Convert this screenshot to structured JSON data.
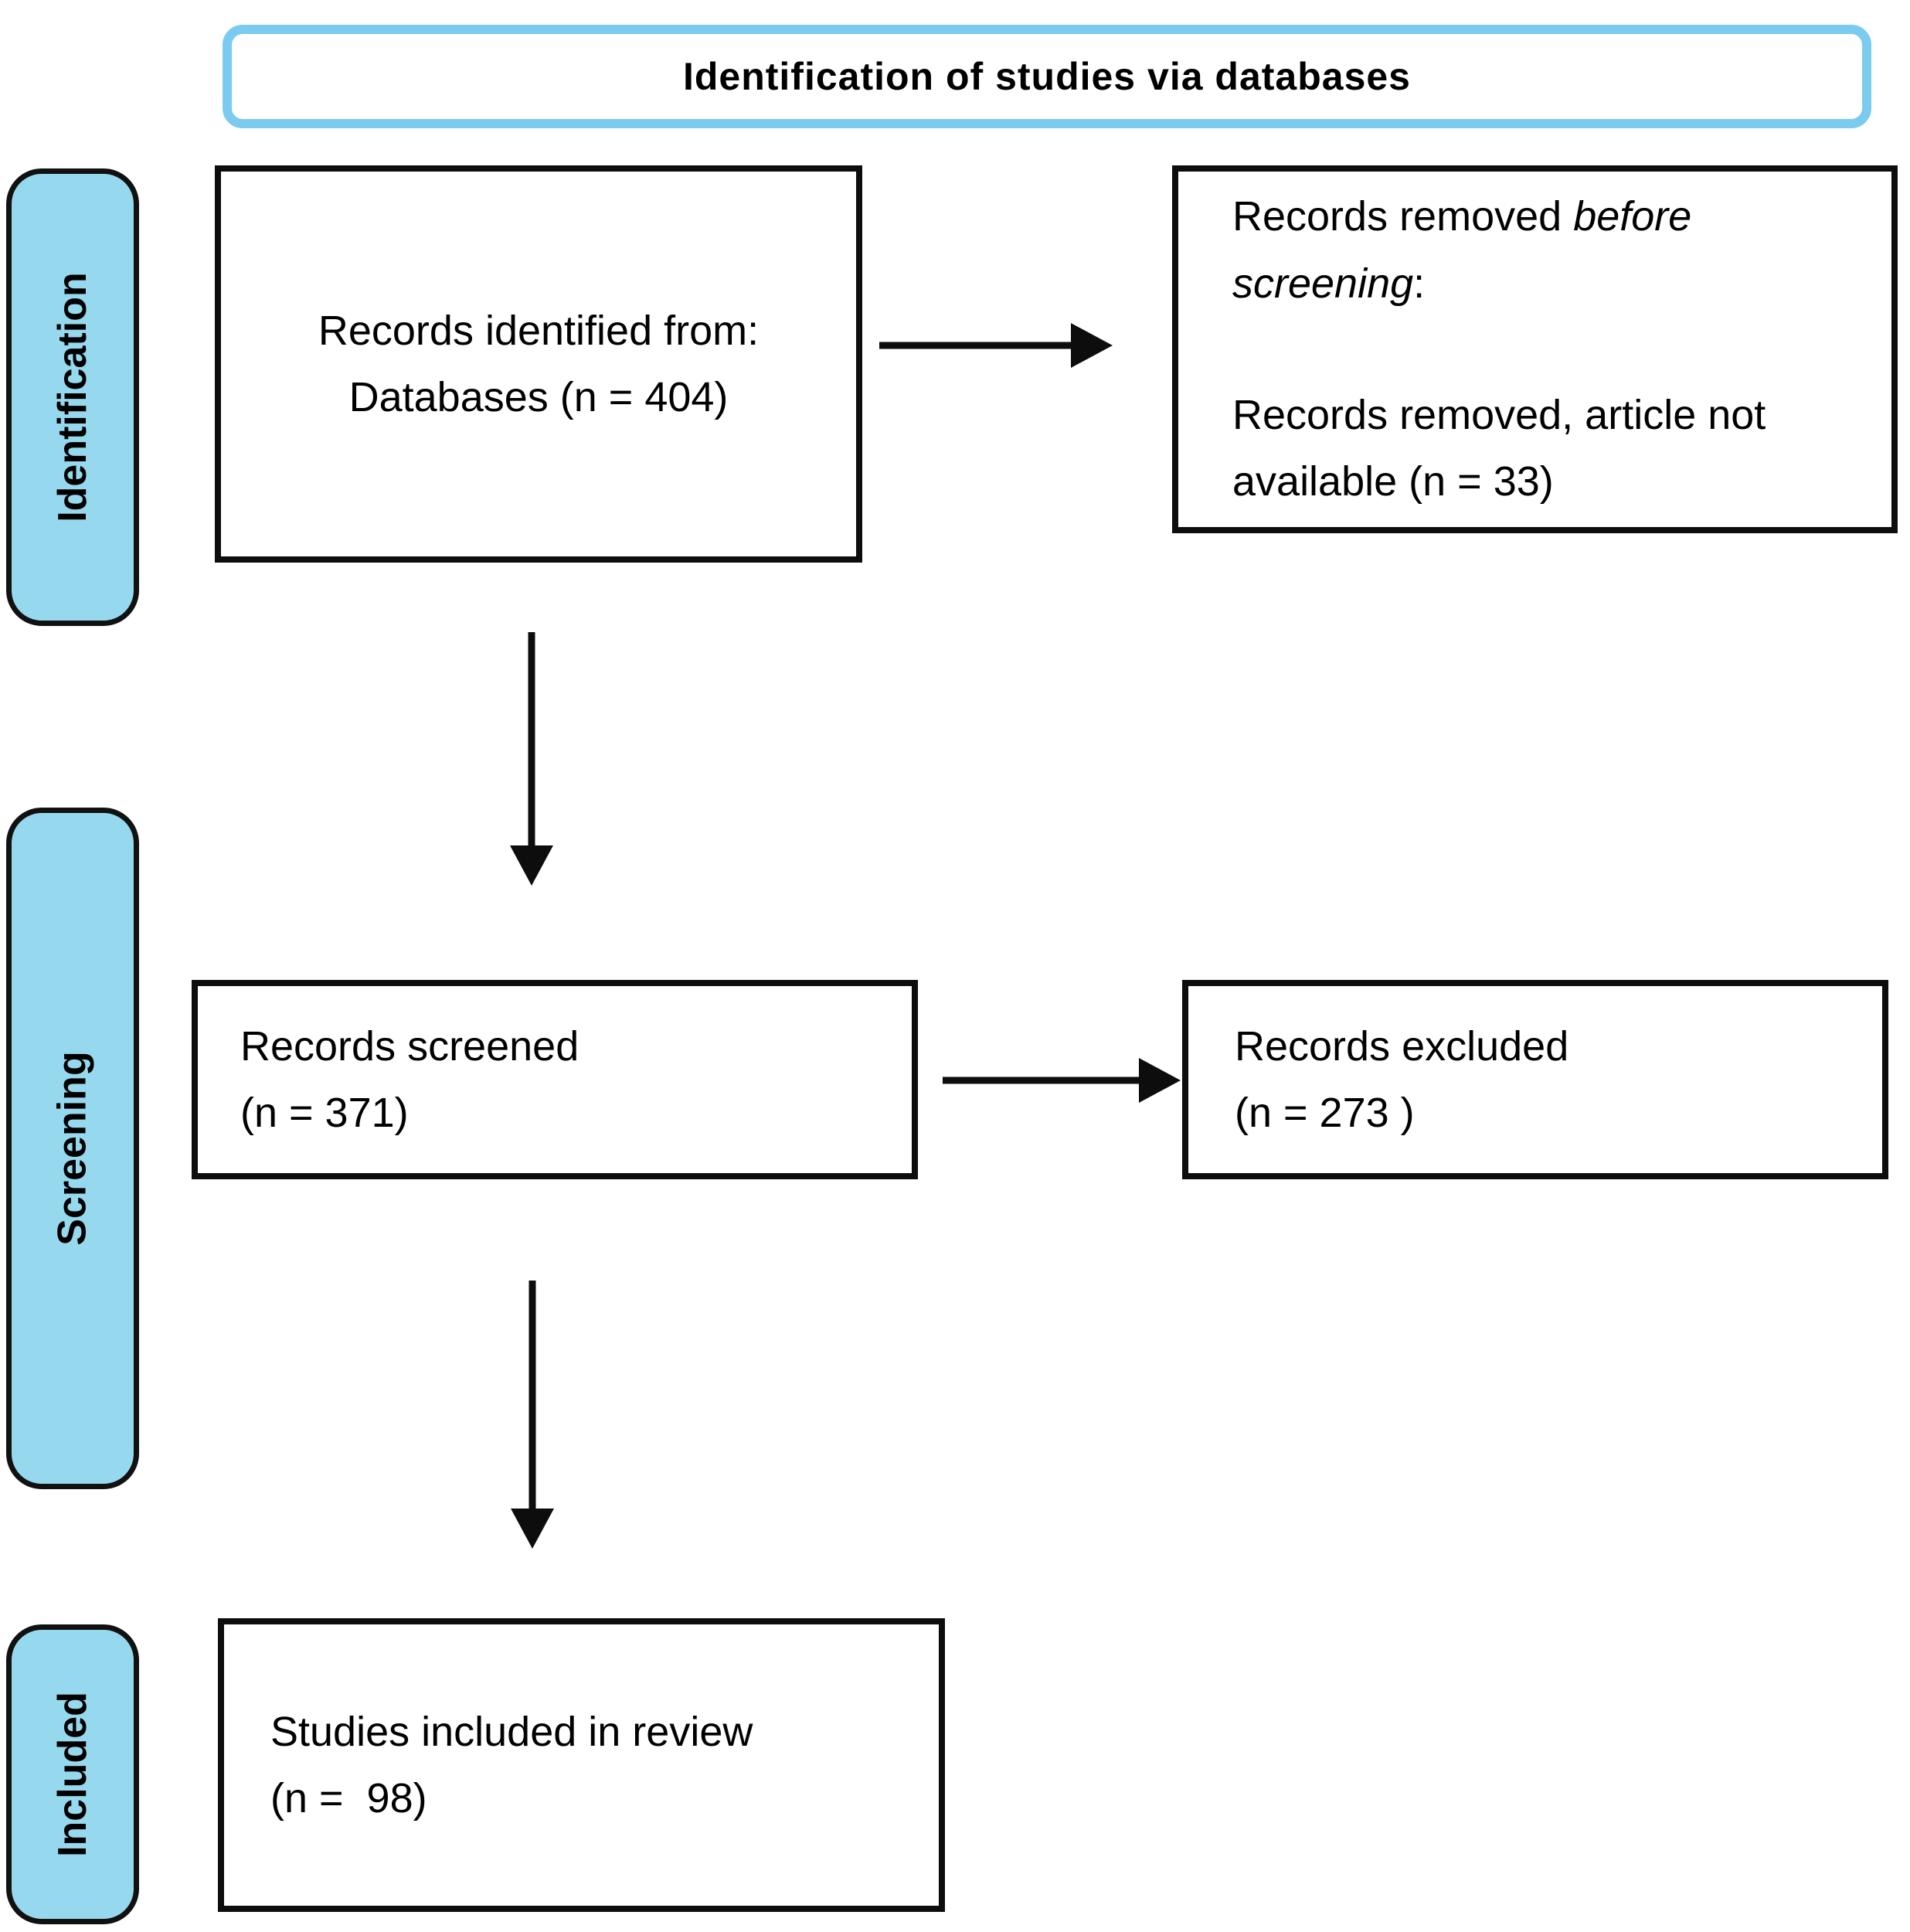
{
  "banner": {
    "title": "Identification of studies via databases"
  },
  "stages": {
    "identification": "Identification",
    "screening": "Screening",
    "included": "Included"
  },
  "boxes": {
    "records_identified": {
      "line1": "Records identified from:",
      "line2": "Databases (n = 404)"
    },
    "records_removed": {
      "lead": "Records removed ",
      "lead_italic": "before screening",
      "lead_colon": ":",
      "body": "Records removed, article not available (n = 33)"
    },
    "records_screened": {
      "line1": "Records screened",
      "line2": "(n = 371)"
    },
    "records_excluded": {
      "line1": "Records excluded",
      "line2": "(n = 273 )"
    },
    "studies_included": {
      "line1": "Studies included in review",
      "line2": "(n =  98)"
    }
  },
  "arrows": {
    "identified_to_removed": "right",
    "identified_to_screened": "down",
    "screened_to_excluded": "right",
    "screened_to_included": "down"
  },
  "colors": {
    "stage_fill": "#96d9ee",
    "banner_border": "#7bcbf0",
    "box_border": "#0d0d0d",
    "arrow": "#0d0d0d",
    "text": "#000000"
  }
}
